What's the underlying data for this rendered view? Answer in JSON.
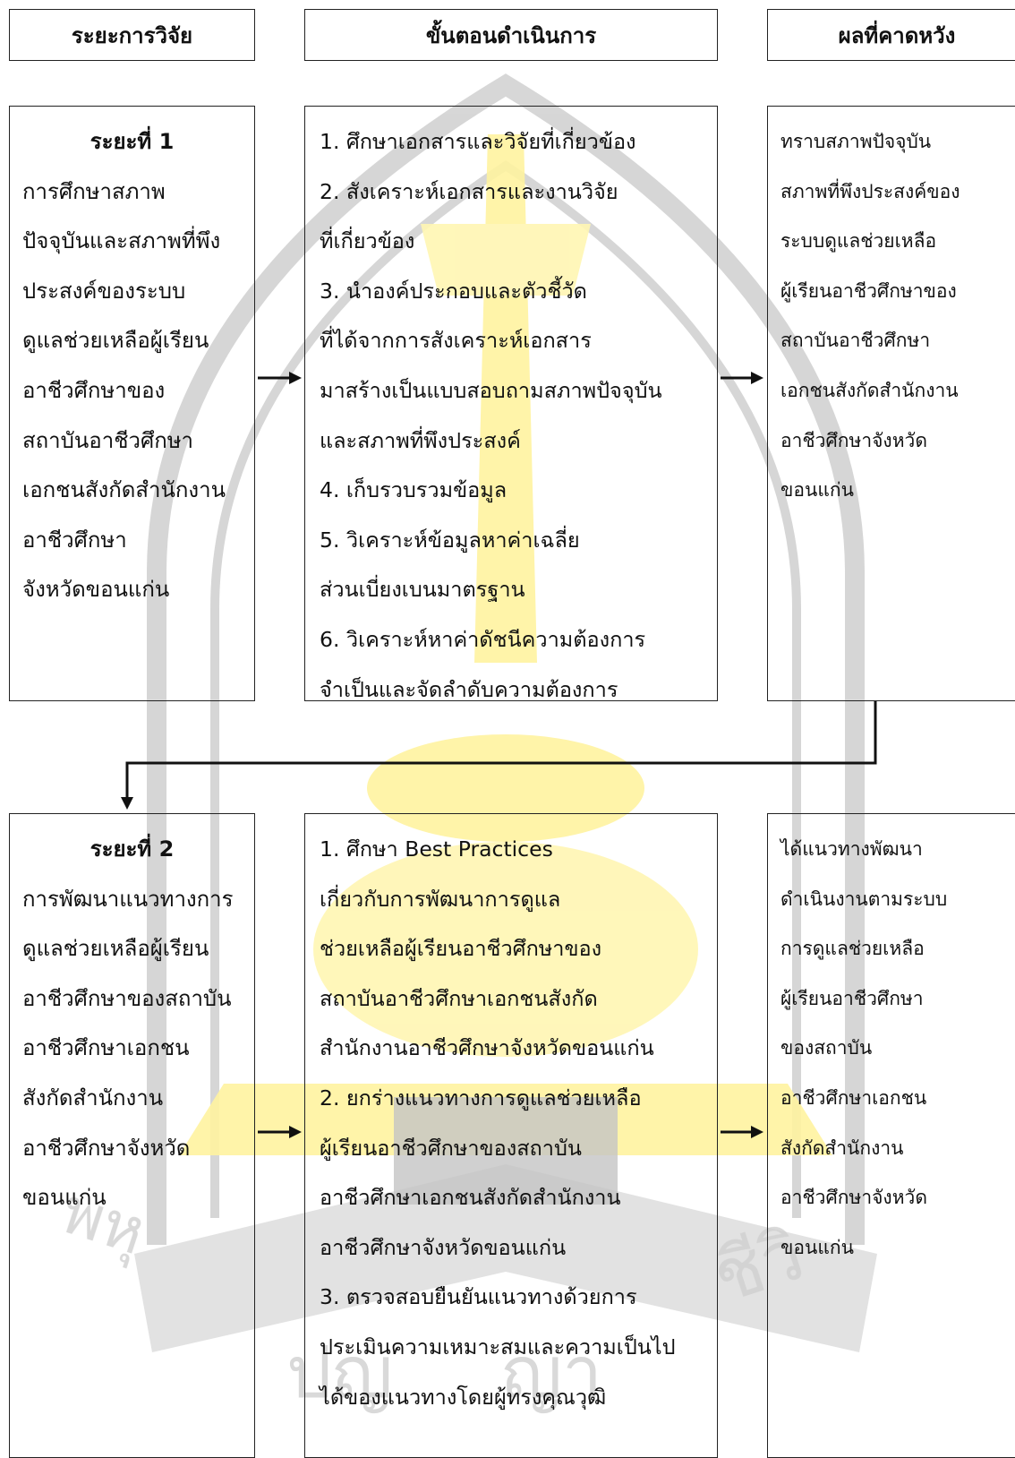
{
  "colors": {
    "border": "#222222",
    "arrow": "#111111",
    "watermark_gray": "#c9c9c9",
    "watermark_yellow": "#fff3a0"
  },
  "headers": {
    "phase": "ระยะการวิจัย",
    "procedure": "ขั้นตอนดำเนินการ",
    "expected": "ผลที่คาดหวัง"
  },
  "phases": [
    {
      "title": "ระยะที่ 1",
      "description": [
        "การศึกษาสภาพ",
        "ปัจจุบันและสภาพที่พึง",
        "ประสงค์ของระบบ",
        "ดูแลช่วยเหลือผู้เรียน",
        "อาชีวศึกษาของ",
        "สถาบันอาชีวศึกษา",
        "เอกชนสังกัดสำนักงาน",
        "อาชีวศึกษา",
        "จังหวัดขอนแก่น"
      ],
      "procedure": [
        "1. ศึกษาเอกสารและวิจัยที่เกี่ยวข้อง",
        "2. สังเคราะห์เอกสารและงานวิจัย",
        "ที่เกี่ยวข้อง",
        "3. นำองค์ประกอบและตัวชี้วัด",
        "ที่ได้จากการสังเคราะห์เอกสาร",
        "มาสร้างเป็นแบบสอบถามสภาพปัจจุบัน",
        "และสภาพที่พึงประสงค์",
        "4. เก็บรวบรวมข้อมูล",
        "5. วิเคราะห์ข้อมูลหาค่าเฉลี่ย",
        "ส่วนเบี่ยงเบนมาตรฐาน",
        "6. วิเคราะห์หาค่าดัชนีความต้องการ",
        "จำเป็นและจัดลำดับความต้องการ"
      ],
      "expected": [
        "ทราบสภาพปัจจุบัน",
        "สภาพที่พึงประสงค์ของ",
        "ระบบดูแลช่วยเหลือ",
        "ผู้เรียนอาชีวศึกษาของ",
        "สถาบันอาชีวศึกษา",
        "เอกชนสังกัดสำนักงาน",
        "อาชีวศึกษาจังหวัด",
        "ขอนแก่น"
      ]
    },
    {
      "title": "ระยะที่ 2",
      "description": [
        "การพัฒนาแนวทางการ",
        "ดูแลช่วยเหลือผู้เรียน",
        "อาชีวศึกษาของสถาบัน",
        "อาชีวศึกษาเอกชน",
        "สังกัดสำนักงาน",
        "อาชีวศึกษาจังหวัด",
        "ขอนแก่น"
      ],
      "procedure": [
        "1. ศึกษา Best Practices",
        "เกี่ยวกับการพัฒนาการดูแล",
        "ช่วยเหลือผู้เรียนอาชีวศึกษาของ",
        "สถาบันอาชีวศึกษาเอกชนสังกัด",
        "สำนักงานอาชีวศึกษาจังหวัดขอนแก่น",
        "2. ยกร่างแนวทางการดูแลช่วยเหลือ",
        "ผู้เรียนอาชีวศึกษาของสถาบัน",
        "อาชีวศึกษาเอกชนสังกัดสำนักงาน",
        "อาชีวศึกษาจังหวัดขอนแก่น",
        "3. ตรวจสอบยืนยันแนวทางด้วยการ",
        "ประเมินความเหมาะสมและความเป็นไป",
        "ได้ของแนวทางโดยผู้ทรงคุณวุฒิ"
      ],
      "expected": [
        "ได้แนวทางพัฒนา",
        "ดำเนินงานตามระบบ",
        "การดูแลช่วยเหลือ",
        "ผู้เรียนอาชีวศึกษา",
        "ของสถาบัน",
        "อาชีวศึกษาเอกชน",
        "สังกัดสำนักงาน",
        "อาชีวศึกษาจังหวัด",
        "ขอนแก่น"
      ]
    }
  ]
}
